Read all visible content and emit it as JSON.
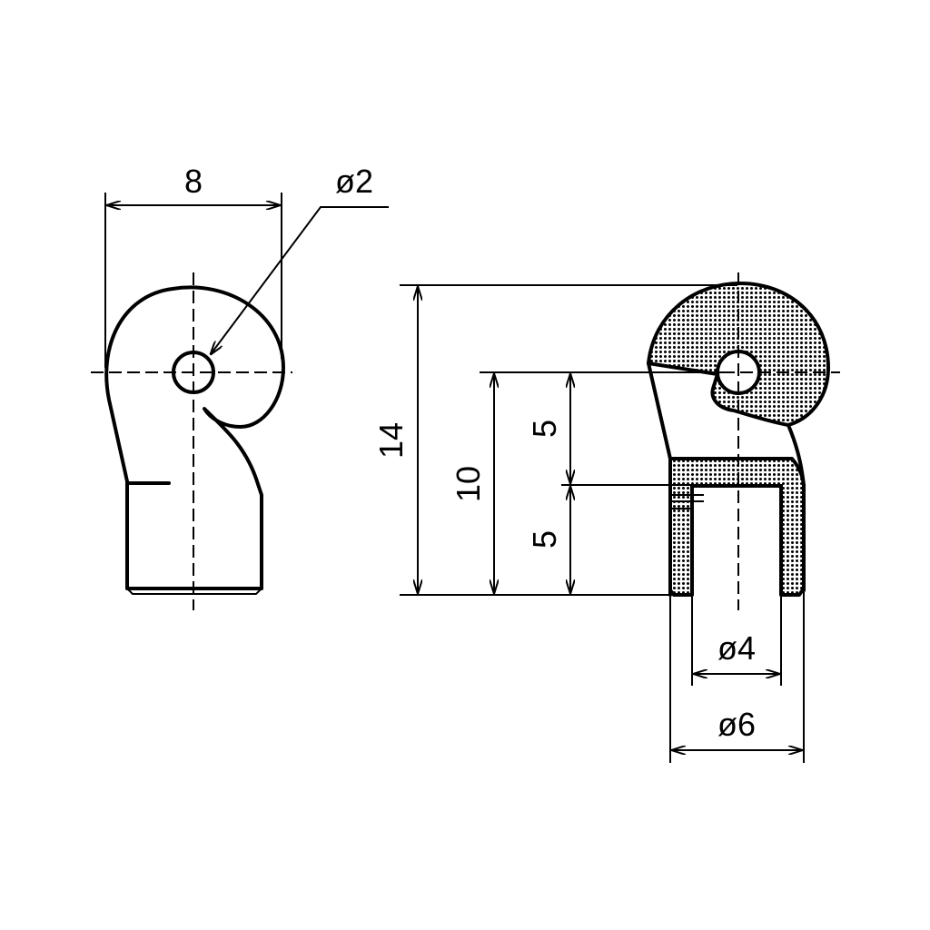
{
  "drawing": {
    "front_view": {
      "width_dim": "8",
      "hole_dim": "ø2"
    },
    "section_view": {
      "overall_height_dim": "14",
      "body_height_dim": "10",
      "upper_offset_dim": "5",
      "lower_offset_dim": "5",
      "bore_dim": "ø4",
      "outer_dim": "ø6"
    },
    "colors": {
      "line": "#000000",
      "section_fill": "#8a8a8a",
      "background": "#ffffff"
    }
  }
}
